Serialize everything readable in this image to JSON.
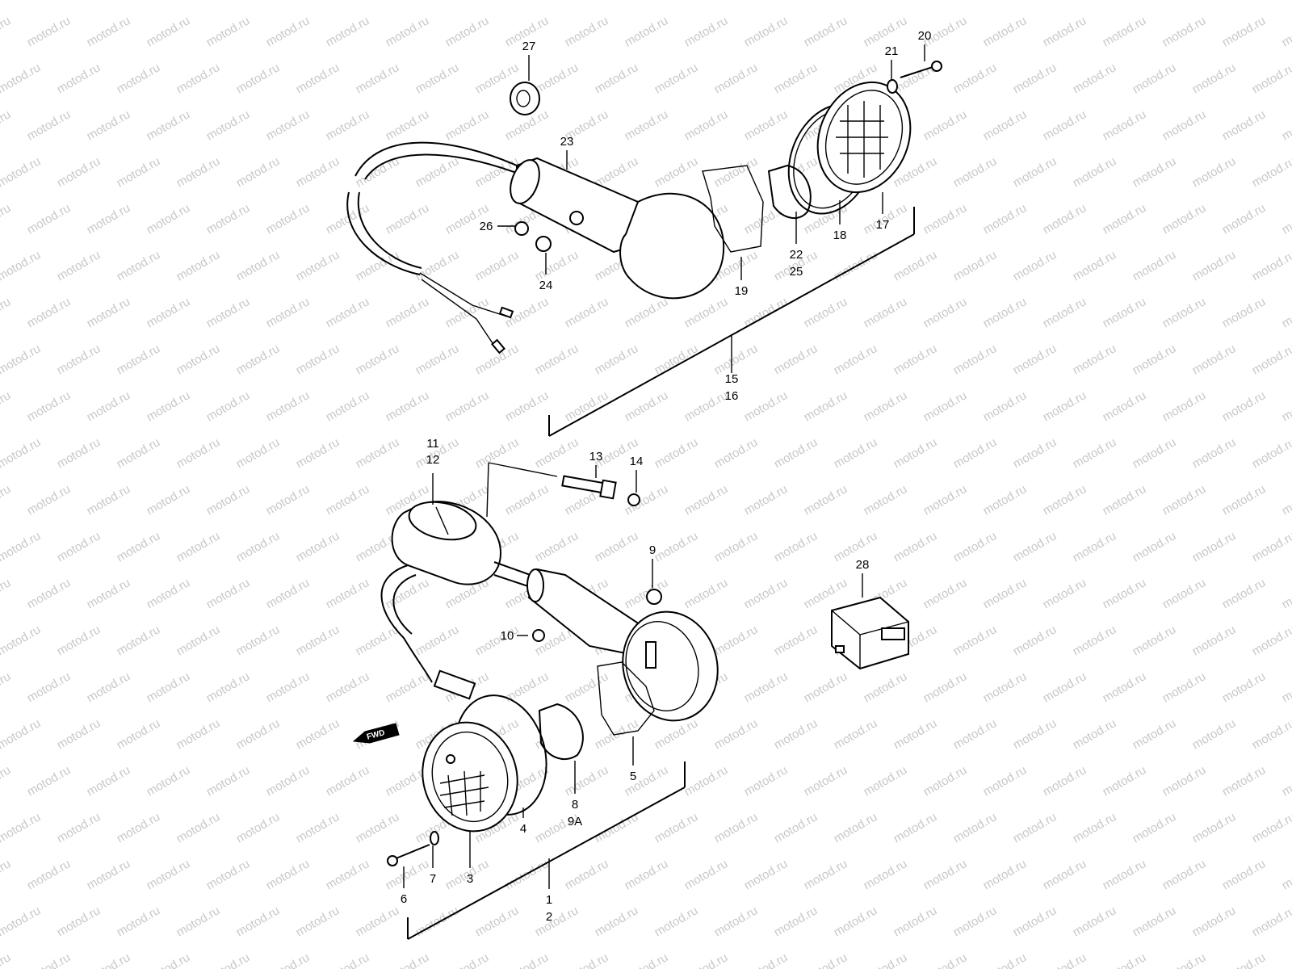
{
  "watermark": "motod.ru",
  "direction_marker": "FWD",
  "callouts": [
    {
      "id": "27"
    },
    {
      "id": "20"
    },
    {
      "id": "21"
    },
    {
      "id": "23"
    },
    {
      "id": "26"
    },
    {
      "id": "24"
    },
    {
      "id": "19"
    },
    {
      "id": "22"
    },
    {
      "id": "25"
    },
    {
      "id": "18"
    },
    {
      "id": "17"
    },
    {
      "id": "15"
    },
    {
      "id": "16"
    },
    {
      "id": "11"
    },
    {
      "id": "12"
    },
    {
      "id": "13"
    },
    {
      "id": "14"
    },
    {
      "id": "9"
    },
    {
      "id": "28"
    },
    {
      "id": "10"
    },
    {
      "id": "5"
    },
    {
      "id": "8"
    },
    {
      "id": "9A"
    },
    {
      "id": "4"
    },
    {
      "id": "3"
    },
    {
      "id": "7"
    },
    {
      "id": "6"
    },
    {
      "id": "1"
    },
    {
      "id": "2"
    }
  ]
}
